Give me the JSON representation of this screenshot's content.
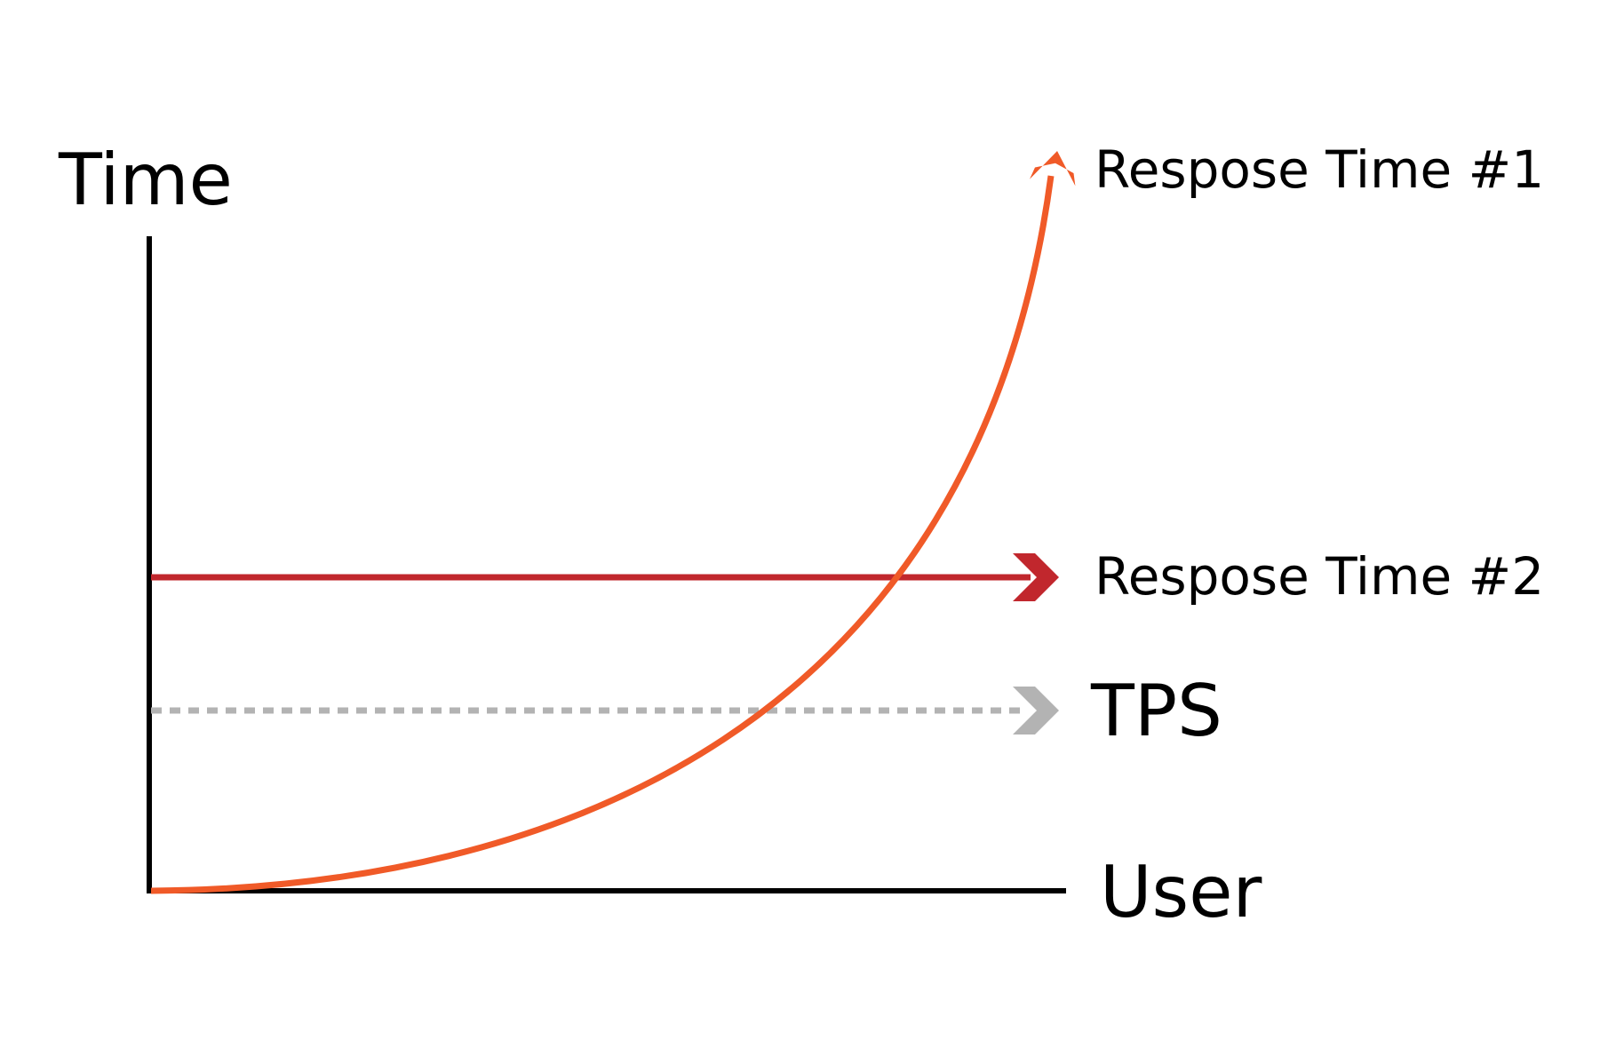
{
  "axes": {
    "y_label": "Time",
    "x_label": "User"
  },
  "series": [
    {
      "name": "Respose Time #1",
      "shape": "exponential-curve",
      "style": "solid",
      "color": "#f05a28"
    },
    {
      "name": "Respose Time #2",
      "shape": "constant",
      "style": "solid",
      "color": "#c1272d"
    },
    {
      "name": "TPS",
      "shape": "constant",
      "style": "dotted",
      "color": "#b3b3b3"
    }
  ],
  "colors": {
    "axis": "#000000"
  },
  "icons": {
    "arrowhead": "chevron-right-icon"
  }
}
